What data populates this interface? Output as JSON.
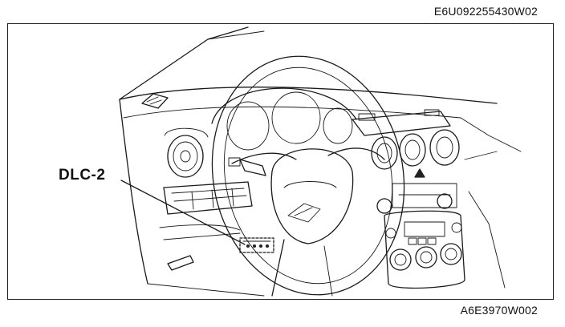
{
  "figure": {
    "code_top": "E6U092255430W02",
    "code_bottom": "A6E3970W002"
  },
  "callouts": [
    {
      "label": "DLC-2"
    }
  ]
}
